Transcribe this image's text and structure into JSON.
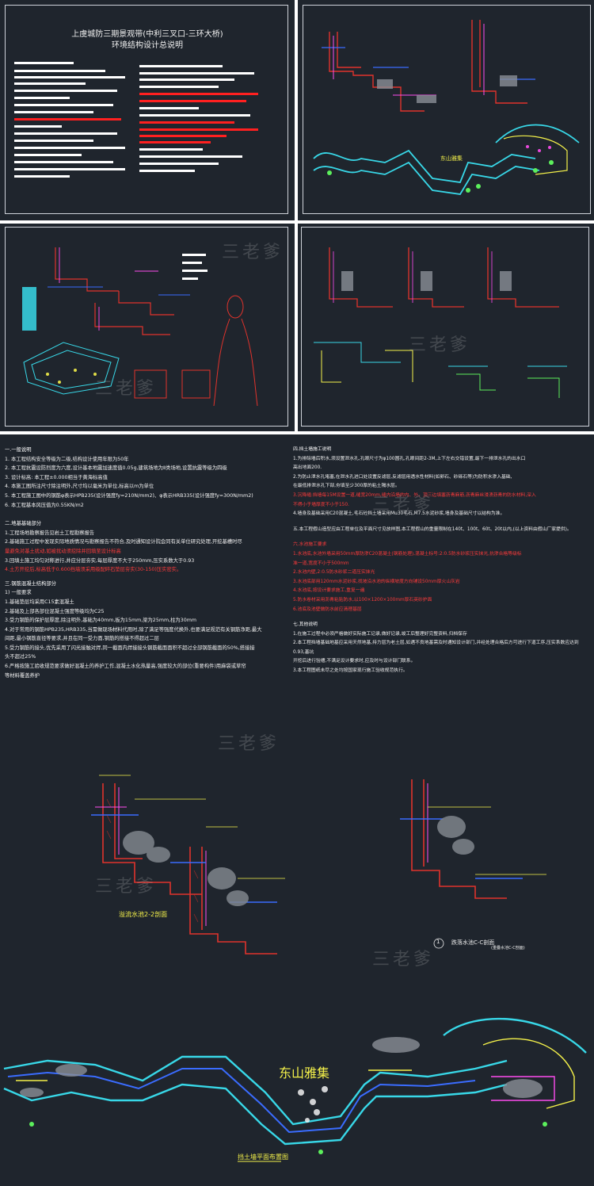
{
  "sheet1": {
    "title_line1": "上虞城防三期景观带(中利三叉口-三环大桥)",
    "title_line2": "环境结构设计总说明"
  },
  "watermark": "三老爹",
  "notes_left": {
    "general": {
      "heading": "一.一般说明",
      "items": [
        "1. 本工程结构安全等级为二级,结构设计使用年限为50年",
        "2. 本工程抗震设防烈度为六度,设计基本地震加速度值0.05g,建筑场地为Ⅱ类场地,设置抗震等级为四级",
        "3. 设计标高: 本工程±0.000相当于黄海标高值",
        "4. 本施工图所注尺寸除注明外,尺寸均以毫米为单位,标高以m为单位",
        "5. 本工程施工图中的钢筋φ表示HPB235(设计强度fy=210N/mm2)、φ表示HRB335(设计强度fy=300N/mm2)",
        "6. 本工程基本风压值为0.55KN/m2"
      ]
    },
    "foundation": {
      "heading": "二.地基基础部分",
      "items": [
        "1.工程场地勘察报告见岩土工程勘察报告",
        "2.基础施工过程中发现实际地质情况与勘察报告不符合,及时通知设计院会同有关单位研究处理,开挖基槽时尽",
        "量避免对基土扰动,如被扰动须挖除并回填至设计标高",
        "3.回填土施工均匀对称进行,并应分层夯实,每层厚度不大于250mm,压实系数大于0.93",
        "4.土方开挖后,标高低于0.600挡墙须采用级配碎石垫层夯实(30-150)压实密实。"
      ]
    },
    "concrete": {
      "heading": "三.钢筋混凝土结构部分",
      "items": [
        "1) 一般要求",
        "1.基础垫层均采用C15素混凝土",
        "2.基础及上部各部位混凝土强度等级均为C25",
        "3.受力钢筋的保护层厚度,除注明外,基础为40mm,板为15mm,梁为25mm,柱为30mm",
        "4.对于常用的钢筋HPB235,HRB335,当需做现场材料代用时,除了满足等强度代换外,也要满足规范有关钢筋净距,最大",
        "间距,最小钢筋直径等要求,并且在同一受力面,钢筋的搭接不得超过二层",
        "5.受力钢筋的接头,优先采用了闪光接触对焊,同一截面内焊接接头钢筋截面面积不超过全部钢筋截面的50%,搭接接",
        "头不超过25%",
        "6.严格按施工验收规范要求做好混凝土的养护工作,混凝土水化热量高,强度较大的部位(重要构件)用麻袋或草帘",
        "等材料覆盖养护"
      ]
    }
  },
  "notes_right": {
    "retaining": {
      "heading": "四.挡土墙施工说明",
      "items": [
        "1.为排除墙后积水,须设置泄水孔,孔眼尺寸为φ100圆孔,孔眼间距2-3M,上下左右交错设置,最下一排泄水孔的出水口",
        "高出地面200.",
        "2.为防止泄水孔堵塞,在泄水孔进口处设置反滤层,反滤层用透水性材料(如卵石、砂砾石等)为防积水渗入基础,",
        "在最低排泄水孔下部,夯填至少300厚的粘土隔水层。",
        "3.沉降缝:挡墙每15M设置一道,缝宽20mm,缝内沿墙的内、外、顶三边填塞沥青麻筋,沥青麻丝浸渍沥青的防水材料,深入",
        "不得小于墙厚度不小于150.",
        "4.墙身及基础采用C20混凝土,毛石砼挡土墙采用Mu30毛石,M7.5水泥砂浆,墙身及基础尺寸以结构为准。"
      ]
    },
    "shape": {
      "heading": "五.本工程假山造型",
      "text": "五.本工程假山造型应由工程单位及平面尺寸见放样图,本工程假山的重量限制在140t、100t、60t、20t以内,(以上资料由假山厂家提供)。"
    },
    "pond": {
      "heading": "六.水池施工要求",
      "items": [
        "1.水池底,水池外墙采用50mm厚防渗C20混凝土(钢筋处理),混凝土标号:2:0.5防水砂浆压实抹光,抗渗合格等级标",
        "准一道,宽度不小于500mm",
        "2.水池内壁,2:0.5防水砂浆二道压实抹光",
        "3.水池底部用120mm水泥砂浆,找坡沿水池的纵横坡度方向铺设50mm厚火山灰岩",
        "4.水池底,按设计要求施工,重复一遍",
        "5.防水卷材采用沥青粘贴防水,以100×1200×100mm厚石英砂护面",
        "6.池底及池壁做防水前应清理基层"
      ]
    },
    "other": {
      "heading": "七.其他说明",
      "items": [
        "1.在施工过程中必须严格做好实际施工记录,做好记录,竣工后整理好完整资料,归档保存",
        "2.本工程挡墙基础地基应采用天然地基,持力层为老土层,如遇不良地基需及时通知设计部门,并经处理合格后方可进行下道工序,压实系数应达到0.93,基坑",
        "开挖后进行验槽,不满足设计要求时,应及时与设计部门联系。",
        "3.本工程图纸未尽之处均按国家现行施工验收规范执行。"
      ]
    }
  },
  "section_labels": {
    "left_title": "溢流水池2-2剖面",
    "right_number": "1",
    "right_title": "跌落水池C-C剖面",
    "right_sub": "(重叠水池C-C剖面)"
  },
  "plan": {
    "place_name": "东山雅集",
    "caption": "挡土墙平面布置图"
  },
  "colors": {
    "background": "#1f252d",
    "wall": "#e0332c",
    "cyan": "#38d8e8",
    "magenta": "#ff4df0",
    "yellow": "#f5f24a",
    "green": "#5cf05c",
    "blue": "#3a6cff",
    "white": "#f0f0f0"
  }
}
